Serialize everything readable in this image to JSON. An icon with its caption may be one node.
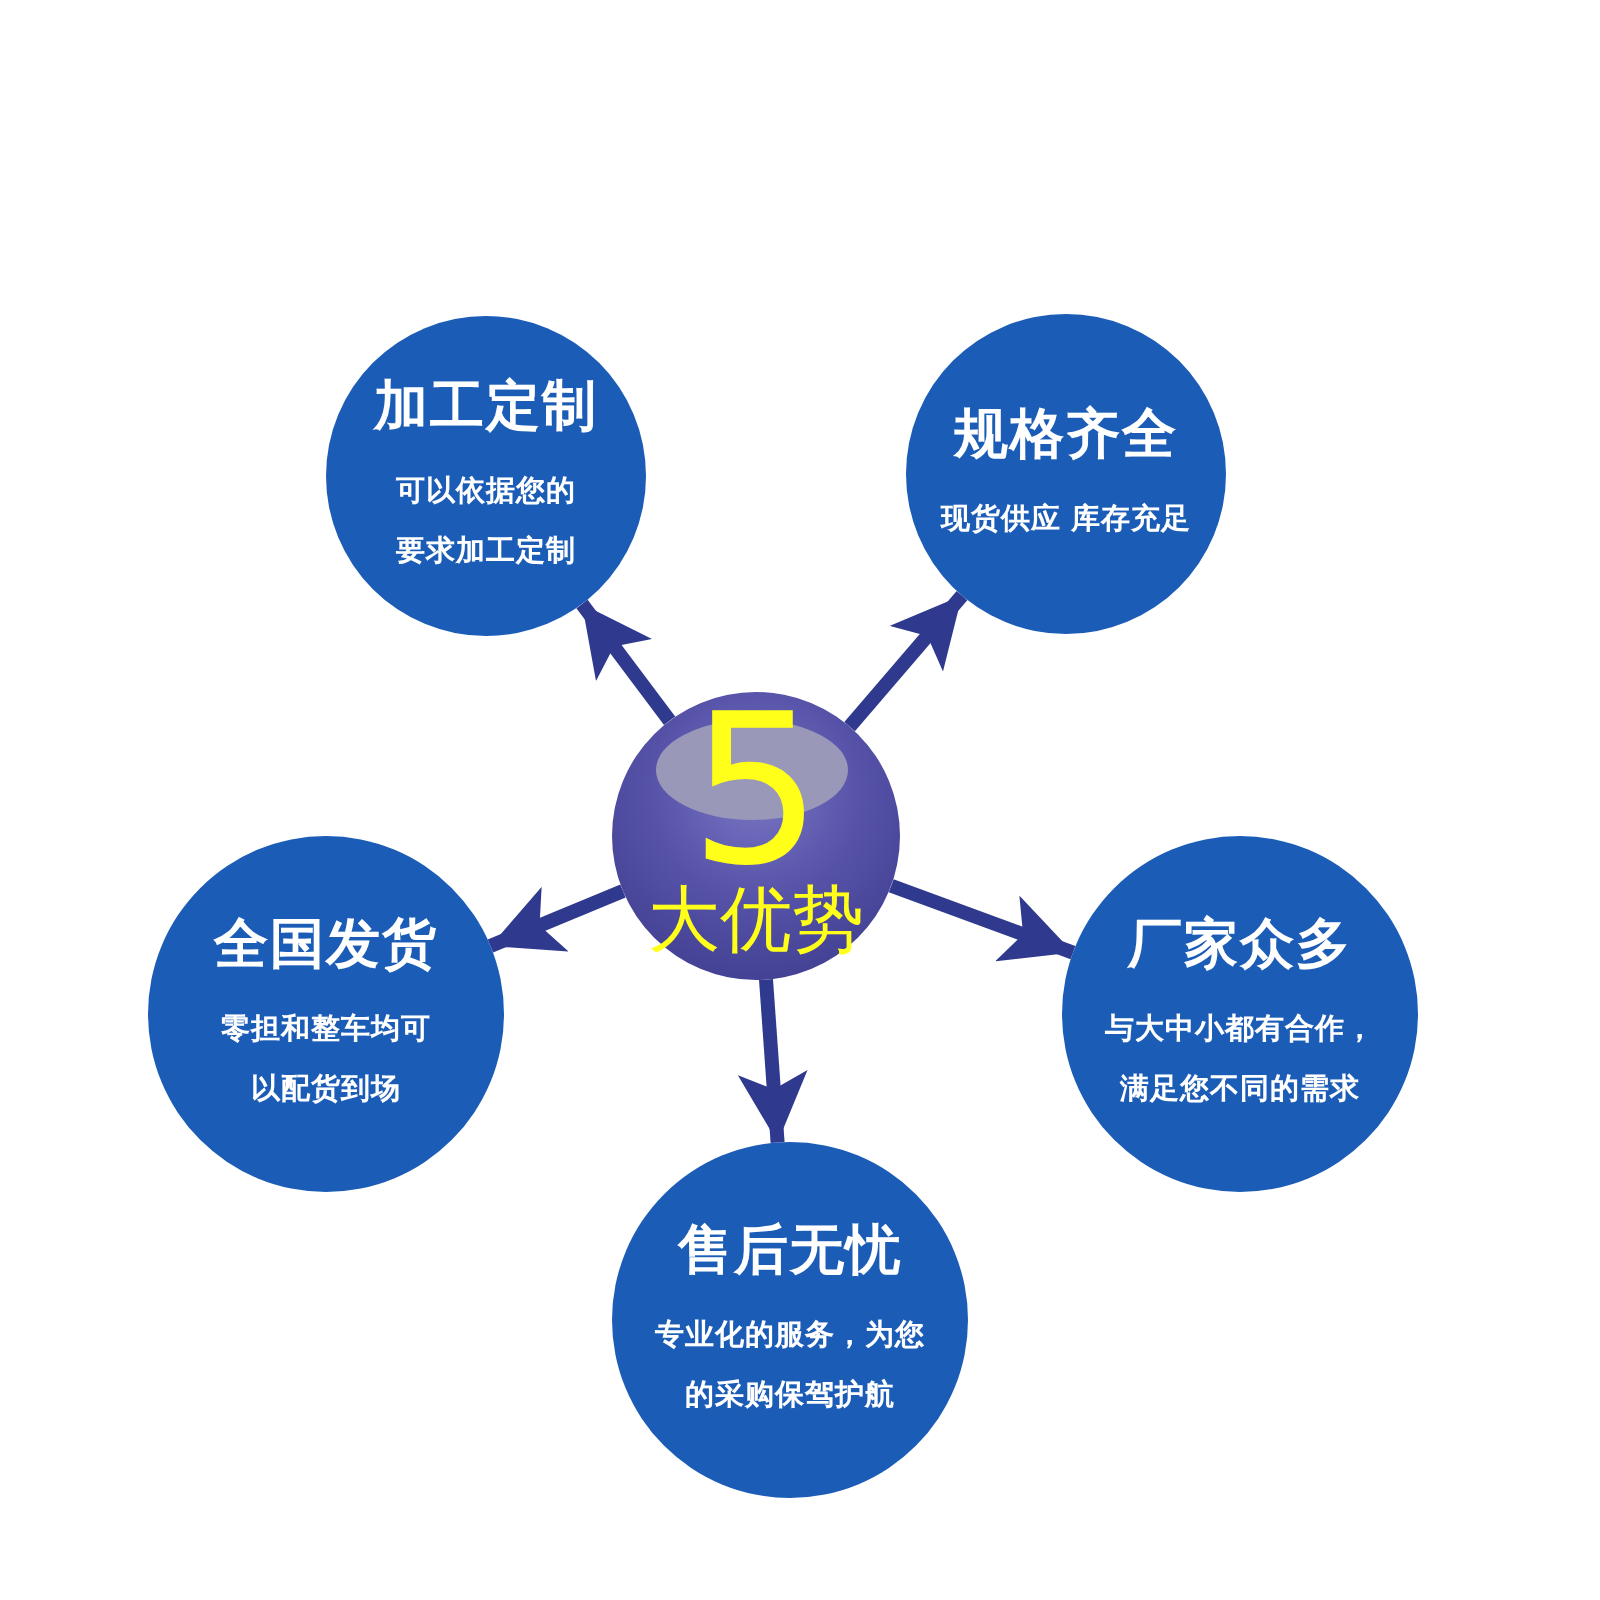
{
  "diagram": {
    "nodes": [
      {
        "text": [
          "5",
          "大优势"
        ]
      },
      {
        "text": [
          "加工定制",
          "可以依据您的要求加工定制"
        ]
      },
      {
        "text": [
          "规格齐全",
          "现货供应 库存充足"
        ]
      },
      {
        "text": [
          "全国发货",
          "零担和整车均可以配货到场"
        ]
      },
      {
        "text": [
          "厂家众多",
          "与大中小都有合作，满足您不同的需求"
        ]
      },
      {
        "text": [
          "售后无忧",
          "专业化的服务，为您的采购保驾护航"
        ]
      }
    ],
    "edges": [
      {
        "from": 0,
        "to": 1,
        "arrow": "to"
      },
      {
        "from": 0,
        "to": 2,
        "arrow": "to"
      },
      {
        "from": 0,
        "to": 3,
        "arrow": "to"
      },
      {
        "from": 0,
        "to": 4,
        "arrow": "to"
      },
      {
        "from": 0,
        "to": 5,
        "arrow": "to"
      }
    ]
  }
}
